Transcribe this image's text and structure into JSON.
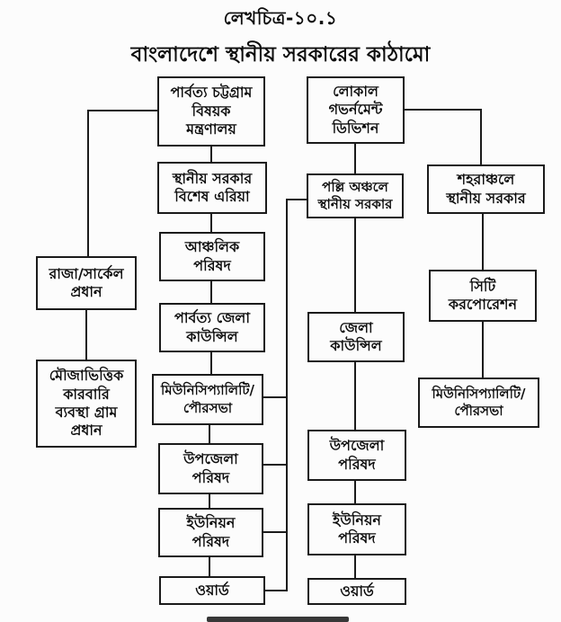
{
  "title": {
    "figure_label": "লেখচিত্র-১০.১",
    "chart_title": "বাংলাদেশে স্থানীয় সরকারের কাঠামো"
  },
  "colors": {
    "background": "#fcfcfc",
    "line": "#1b1b1b",
    "text": "#0d0d0d"
  },
  "diagram": {
    "nodes": {
      "ministry": {
        "label": "পার্বত্য চট্টগ্রাম\nবিষয়ক\nমন্ত্রণালয়"
      },
      "lgd": {
        "label": "লোকাল\nগভর্নমেন্ট\nডিভিশন"
      },
      "special_area": {
        "label": "স্থানীয় সরকার\nবিশেষ এরিয়া"
      },
      "rural_lg": {
        "label": "পল্লি অঞ্চলে\nস্থানীয় সরকার"
      },
      "urban_lg": {
        "label": "শহরাঞ্চলে\nস্থানীয় সরকার"
      },
      "raja": {
        "label": "রাজা/সার্কেল\nপ্রধান"
      },
      "regional_council": {
        "label": "আঞ্চলিক\nপরিষদ"
      },
      "hill_district_council": {
        "label": "পার্বত্য জেলা\nকাউন্সিল"
      },
      "district_council": {
        "label": "জেলা\nকাউন্সিল"
      },
      "city_corporation": {
        "label": "সিটি\nকরপোরেশন"
      },
      "mouza_karbari": {
        "label": "মৌজাভিত্তিক\nকারবারি\nব্যবস্থা গ্রাম\nপ্রধান"
      },
      "municipality_hill": {
        "label": "মিউনিসিপ্যালিটি/\nপৌরসভা"
      },
      "municipality_urban": {
        "label": "মিউনিসিপ্যালিটি/\nপৌরসভা"
      },
      "upazila_hill": {
        "label": "উপজেলা\nপরিষদ"
      },
      "upazila_rural": {
        "label": "উপজেলা\nপরিষদ"
      },
      "union_hill": {
        "label": "ইউনিয়ন\nপরিষদ"
      },
      "union_rural": {
        "label": "ইউনিয়ন\nপরিষদ"
      },
      "ward_hill": {
        "label": "ওয়ার্ড"
      },
      "ward_rural": {
        "label": "ওয়ার্ড"
      }
    },
    "edges": [
      {
        "from": "ministry",
        "to": "raja"
      },
      {
        "from": "ministry",
        "to": "special_area"
      },
      {
        "from": "special_area",
        "to": "regional_council"
      },
      {
        "from": "regional_council",
        "to": "hill_district_council"
      },
      {
        "from": "hill_district_council",
        "to": "municipality_hill"
      },
      {
        "from": "municipality_hill",
        "to": "upazila_hill"
      },
      {
        "from": "upazila_hill",
        "to": "union_hill"
      },
      {
        "from": "union_hill",
        "to": "ward_hill"
      },
      {
        "from": "raja",
        "to": "mouza_karbari"
      },
      {
        "from": "lgd",
        "to": "rural_lg"
      },
      {
        "from": "lgd",
        "to": "urban_lg"
      },
      {
        "from": "rural_lg",
        "to": "district_council"
      },
      {
        "from": "district_council",
        "to": "upazila_rural"
      },
      {
        "from": "upazila_rural",
        "to": "union_rural"
      },
      {
        "from": "union_rural",
        "to": "ward_rural"
      },
      {
        "from": "urban_lg",
        "to": "city_corporation"
      },
      {
        "from": "city_corporation",
        "to": "municipality_urban"
      },
      {
        "from": "rural_lg",
        "to": "municipality_hill"
      },
      {
        "from": "rural_lg",
        "to": "upazila_hill"
      },
      {
        "from": "rural_lg",
        "to": "union_hill"
      },
      {
        "from": "rural_lg",
        "to": "ward_hill"
      }
    ]
  }
}
